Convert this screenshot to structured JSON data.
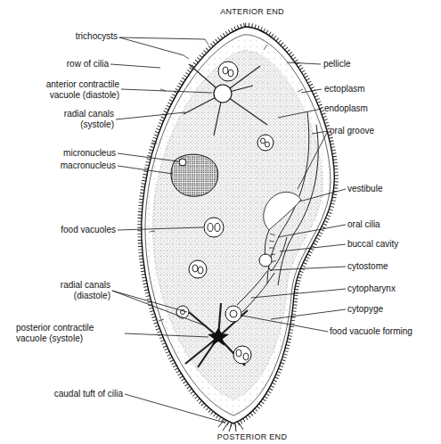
{
  "diagram": {
    "labels": [
      "ANTERIOR END",
      "trichocysts",
      "row of cilia",
      "anterior contractile vacuole (diastole)",
      "radial canals (systole)",
      "micronucleus",
      "macronucleus",
      "food vacuoles",
      "radial canals (diastole)",
      "posterior contractile vacuole (systole)",
      "caudal tuft of cilia",
      "pellicle",
      "ectoplasm",
      "endoplasm",
      "oral groove",
      "vestibule",
      "oral cilia",
      "buccal cavity",
      "cytostome",
      "cytopharynx",
      "cytopyge",
      "food vacuole forming",
      "POSTERIOR END"
    ]
  }
}
